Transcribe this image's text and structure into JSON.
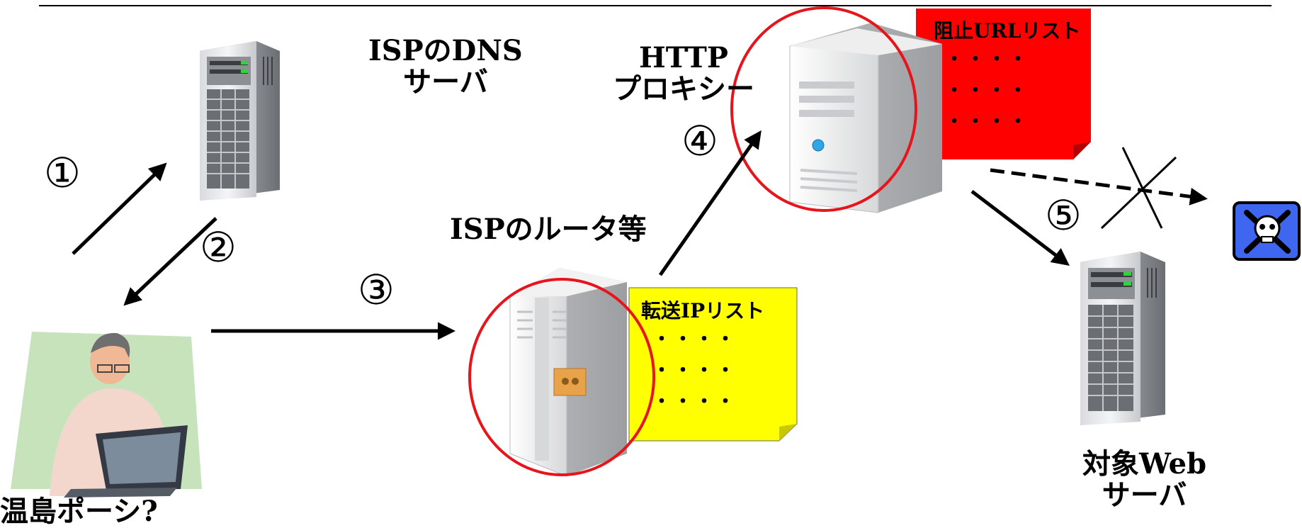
{
  "labels": {
    "dns_server": [
      "ISPのDNS",
      "サーバ"
    ],
    "http_proxy": [
      "HTTP",
      "プロキシー"
    ],
    "isp_router": "ISPのルータ等",
    "target_server": [
      "対象Web",
      "サーバ"
    ],
    "user": "温島ポーシ?"
  },
  "steps": [
    "①",
    "②",
    "③",
    "④",
    "⑤"
  ],
  "notes": {
    "blocked_url_list": {
      "title": "阻止URLリスト",
      "rows": [
        "・・・・",
        "・・・・",
        "・・・・"
      ],
      "color": "#ff0000"
    },
    "forward_ip_list": {
      "title": "転送IPリスト",
      "rows": [
        "・・・・",
        "・・・・",
        "・・・・"
      ],
      "color": "#ffff00"
    }
  },
  "colors": {
    "highlight_circle": "#e8141b",
    "arrow": "#000000",
    "danger_icon_bg": "#3f66f0"
  },
  "icons": [
    "dns-server-icon",
    "proxy-server-icon",
    "router-icon",
    "web-server-icon",
    "user-at-laptop-icon",
    "skull-crossbones-icon"
  ]
}
